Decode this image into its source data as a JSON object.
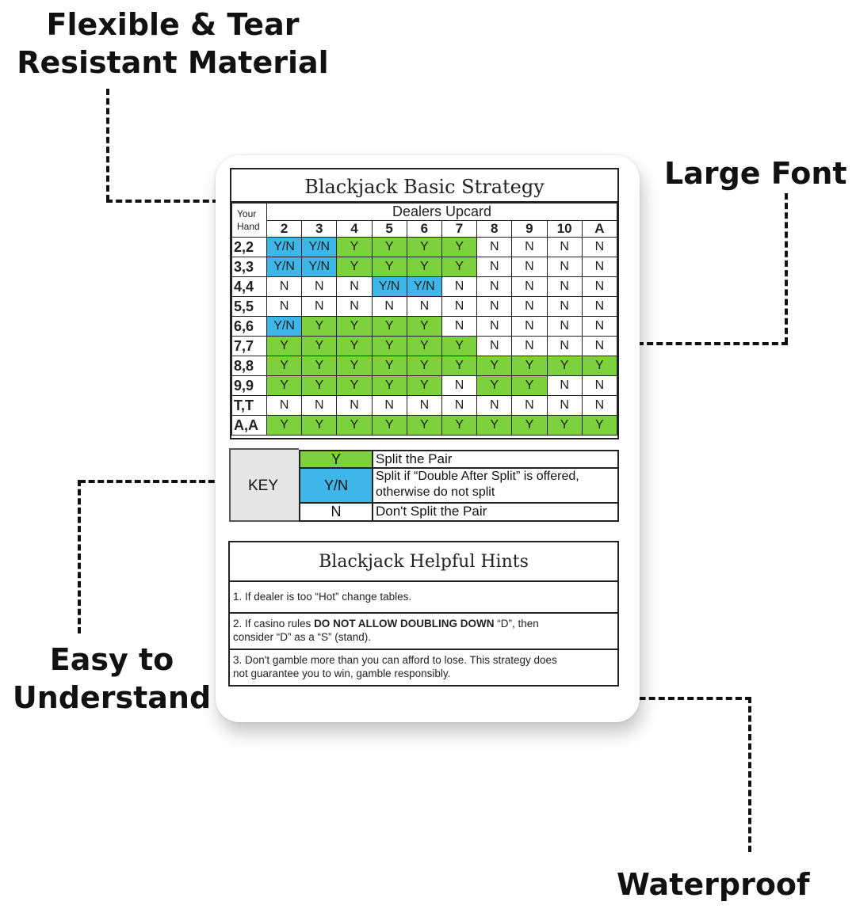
{
  "callouts": {
    "flexible_line1": "Flexible & Tear",
    "flexible_line2": "Resistant Material",
    "large_font": "Large Font",
    "easy_line1": "Easy to",
    "easy_line2": "Understand",
    "waterproof": "Waterproof"
  },
  "strategy": {
    "title": "Blackjack Basic Strategy",
    "your_hand_line1": "Your",
    "your_hand_line2": "Hand",
    "dealers_upcard": "Dealers Upcard",
    "columns": [
      "2",
      "3",
      "4",
      "5",
      "6",
      "7",
      "8",
      "9",
      "10",
      "A"
    ],
    "rows": [
      {
        "hand": "2,2",
        "cells": [
          "Y/N",
          "Y/N",
          "Y",
          "Y",
          "Y",
          "Y",
          "N",
          "N",
          "N",
          "N"
        ]
      },
      {
        "hand": "3,3",
        "cells": [
          "Y/N",
          "Y/N",
          "Y",
          "Y",
          "Y",
          "Y",
          "N",
          "N",
          "N",
          "N"
        ]
      },
      {
        "hand": "4,4",
        "cells": [
          "N",
          "N",
          "N",
          "Y/N",
          "Y/N",
          "N",
          "N",
          "N",
          "N",
          "N"
        ]
      },
      {
        "hand": "5,5",
        "cells": [
          "N",
          "N",
          "N",
          "N",
          "N",
          "N",
          "N",
          "N",
          "N",
          "N"
        ]
      },
      {
        "hand": "6,6",
        "cells": [
          "Y/N",
          "Y",
          "Y",
          "Y",
          "Y",
          "N",
          "N",
          "N",
          "N",
          "N"
        ]
      },
      {
        "hand": "7,7",
        "cells": [
          "Y",
          "Y",
          "Y",
          "Y",
          "Y",
          "Y",
          "N",
          "N",
          "N",
          "N"
        ]
      },
      {
        "hand": "8,8",
        "cells": [
          "Y",
          "Y",
          "Y",
          "Y",
          "Y",
          "Y",
          "Y",
          "Y",
          "Y",
          "Y"
        ]
      },
      {
        "hand": "9,9",
        "cells": [
          "Y",
          "Y",
          "Y",
          "Y",
          "Y",
          "N",
          "Y",
          "Y",
          "N",
          "N"
        ]
      },
      {
        "hand": "T,T",
        "cells": [
          "N",
          "N",
          "N",
          "N",
          "N",
          "N",
          "N",
          "N",
          "N",
          "N"
        ]
      },
      {
        "hand": "A,A",
        "cells": [
          "Y",
          "Y",
          "Y",
          "Y",
          "Y",
          "Y",
          "Y",
          "Y",
          "Y",
          "Y"
        ]
      }
    ],
    "colors": {
      "Y": "#7dd13c",
      "Y/N": "#3fb6e8",
      "N": "#ffffff"
    }
  },
  "key": {
    "label": "KEY",
    "y_symbol": "Y",
    "y_desc": "Split the Pair",
    "yn_symbol": "Y/N",
    "yn_desc_line1": "Split if “Double After Split” is offered,",
    "yn_desc_line2": "otherwise do not split",
    "n_symbol": "N",
    "n_desc": "Don't Split the Pair"
  },
  "hints": {
    "title": "Blackjack Helpful Hints",
    "hint1": "1. If dealer is too “Hot” change tables.",
    "hint2_pre": "2. If casino rules ",
    "hint2_bold": "DO NOT ALLOW DOUBLING DOWN",
    "hint2_post": " “D”, then",
    "hint2_line2": "consider “D” as a “S” (stand).",
    "hint3_line1": "3. Don't gamble more than you can afford to lose. This strategy does",
    "hint3_line2": "not guarantee you to win, gamble responsibly."
  }
}
